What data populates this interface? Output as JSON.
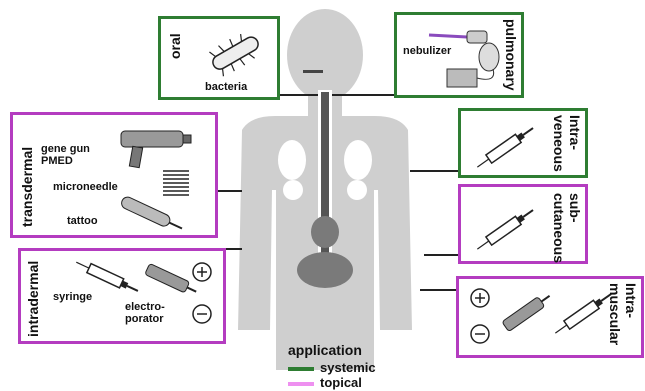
{
  "legend": {
    "title": "application",
    "items": [
      {
        "label": "systemic",
        "color": "#2e7d32"
      },
      {
        "label": "topical",
        "color": "#ee90f0"
      }
    ]
  },
  "routes": {
    "oral": {
      "title": "oral",
      "items": [
        "bacteria"
      ],
      "type": "systemic"
    },
    "pulmonary": {
      "title": "pulmonary",
      "items": [
        "nebulizer"
      ],
      "type": "systemic"
    },
    "intravenous": {
      "title_1": "Intra-",
      "title_2": "veneous",
      "type": "systemic"
    },
    "subcutaneous": {
      "title_1": "sub-",
      "title_2": "cutaneous",
      "type": "topical"
    },
    "intramuscular": {
      "title_1": "Intra-",
      "title_2": "muscular",
      "type": "topical"
    },
    "transdermal": {
      "title": "transdermal",
      "items": [
        "gene gun",
        "PMED",
        "microneedle",
        "tattoo"
      ],
      "type": "topical"
    },
    "intradermal": {
      "title": "intradermal",
      "items": [
        "syringe",
        "electro-",
        "porator"
      ],
      "type": "topical"
    }
  },
  "colors": {
    "systemic": "#2e7d32",
    "topical": "#b43cc0",
    "body": "#cfcfcf",
    "organ": "#7a7a7a"
  }
}
